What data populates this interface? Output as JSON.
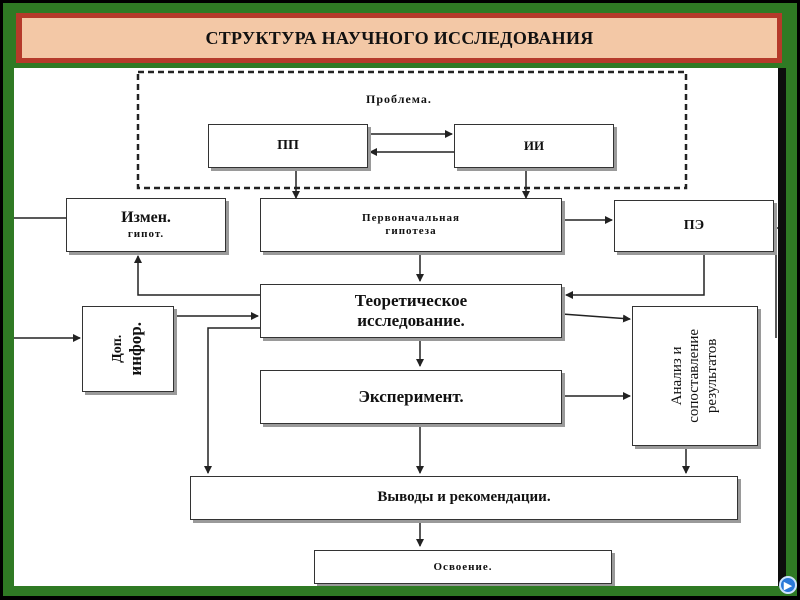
{
  "title": "СТРУКТУРА НАУЧНОГО ИССЛЕДОВАНИЯ",
  "diagram": {
    "problem": "Проблема.",
    "pp": "ПП",
    "ii": "ИИ",
    "initial_hypothesis": "Первоначальная гипотеза",
    "initial_hypothesis_line1": "Первоначальная",
    "initial_hypothesis_line2": "гипотеза",
    "changed_hypothesis_line1": "Измен.",
    "changed_hypothesis_line2": "гипот.",
    "pe": "ПЭ",
    "theory_line1": "Теоретическое",
    "theory_line2": "исследование.",
    "additional_info_line1": "Доп.",
    "additional_info_line2": "инфор.",
    "experiment": "Эксперимент.",
    "analysis_line1": "Анализ и",
    "analysis_line2": "сопоставление",
    "analysis_line3": "результатов",
    "conclusions": "Выводы и рекомендации.",
    "mastering": "Освоение."
  },
  "nav": {
    "next_icon": "arrow-right-icon"
  }
}
